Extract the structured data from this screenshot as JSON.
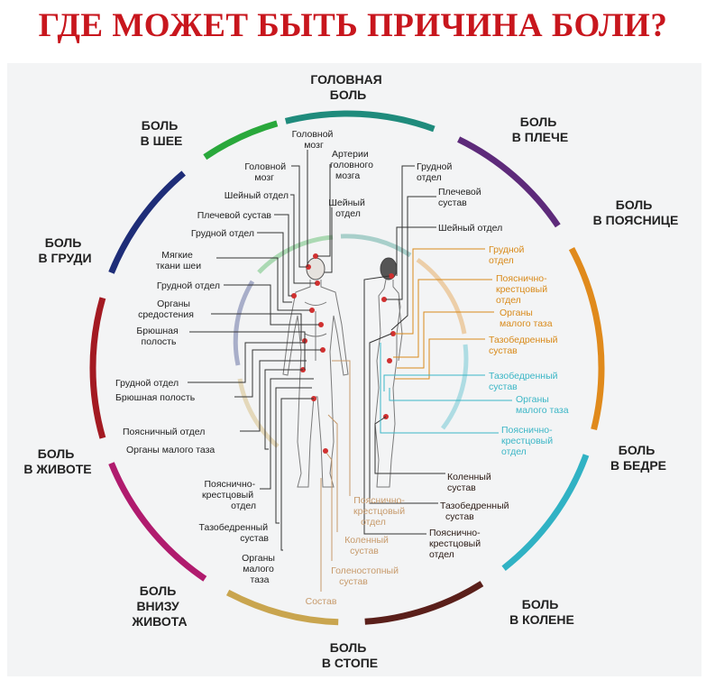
{
  "title": "ГДЕ МОЖЕТ БЫТЬ ПРИЧИНА БОЛИ?",
  "colors": {
    "title": "#c8161d",
    "head": "#1f8b7c",
    "shoulder": "#5d2a7a",
    "lowerback": "#e08a1c",
    "thigh": "#30b2c4",
    "knee": "#5a1f1a",
    "foot": "#c9a54f",
    "lowerabdomen": "#b01b6e",
    "abdomen": "#a31a22",
    "chest": "#1e2d78",
    "neck": "#29a83b"
  },
  "categories": {
    "head": [
      "ГОЛОВНАЯ",
      "БОЛЬ"
    ],
    "shoulder": [
      "БОЛЬ",
      "В ПЛЕЧЕ"
    ],
    "lowerback": [
      "БОЛЬ",
      "В ПОЯСНИЦЕ"
    ],
    "thigh": [
      "БОЛЬ",
      "В БЕДРЕ"
    ],
    "knee": [
      "БОЛЬ",
      "В КОЛЕНЕ"
    ],
    "foot": [
      "БОЛЬ",
      "В СТОПЕ"
    ],
    "lowerabdomen": [
      "БОЛЬ",
      "ВНИЗУ",
      "ЖИВОТА"
    ],
    "abdomen": [
      "БОЛЬ",
      "В ЖИВОТЕ"
    ],
    "chest": [
      "БОЛЬ",
      "В ГРУДИ"
    ],
    "neck": [
      "БОЛЬ",
      "В ШЕЕ"
    ]
  },
  "labels": {
    "head": [
      [
        "Головной",
        "мозг"
      ],
      [
        "Артерии",
        "головного",
        "мозга"
      ],
      [
        "Шейный",
        "отдел"
      ]
    ],
    "neck": [
      "Головной",
      "мозг",
      "Шейный отдел",
      "Плечевой сустав",
      "Грудной отдел"
    ],
    "chest": [
      [
        "Мягкие",
        "ткани шеи"
      ],
      "Грудной отдел",
      [
        "Органы",
        "средостения"
      ],
      [
        "Брюшная",
        "полость"
      ]
    ],
    "abdomen": [
      "Грудной отдел",
      "Брюшная полость",
      "Поясничный отдел",
      "Органы малого таза"
    ],
    "lowerabdomen": [
      [
        "Пояснично-",
        "крестцовый",
        "отдел"
      ],
      [
        "Тазобедренный",
        "сустав"
      ],
      [
        "Органы",
        "малого",
        "таза"
      ]
    ],
    "foot": [
      [
        "Пояснично-",
        "крестцовый",
        "отдел"
      ],
      [
        "Коленный",
        "сустав"
      ],
      [
        "Голеностопный",
        "сустав"
      ],
      "Состав"
    ],
    "knee": [
      [
        "Коленный",
        "сустав"
      ],
      [
        "Тазобедренный",
        "сустав"
      ],
      [
        "Пояснично-",
        "крестцовый",
        "отдел"
      ]
    ],
    "thigh": [
      [
        "Тазобедренный",
        "сустав"
      ],
      [
        "Органы",
        "малого таза"
      ],
      [
        "Пояснично-",
        "крестцовый",
        "отдел"
      ]
    ],
    "lowerback": [
      [
        "Грудной",
        "отдел"
      ],
      [
        "Пояснично-",
        "крестцовый",
        "отдел"
      ],
      [
        "Органы",
        "малого таза"
      ],
      [
        "Тазобедренный",
        "сустав"
      ]
    ],
    "shoulder": [
      [
        "Грудной",
        "отдел"
      ],
      [
        "Плечевой",
        "сустав"
      ],
      "Шейный отдел"
    ]
  }
}
